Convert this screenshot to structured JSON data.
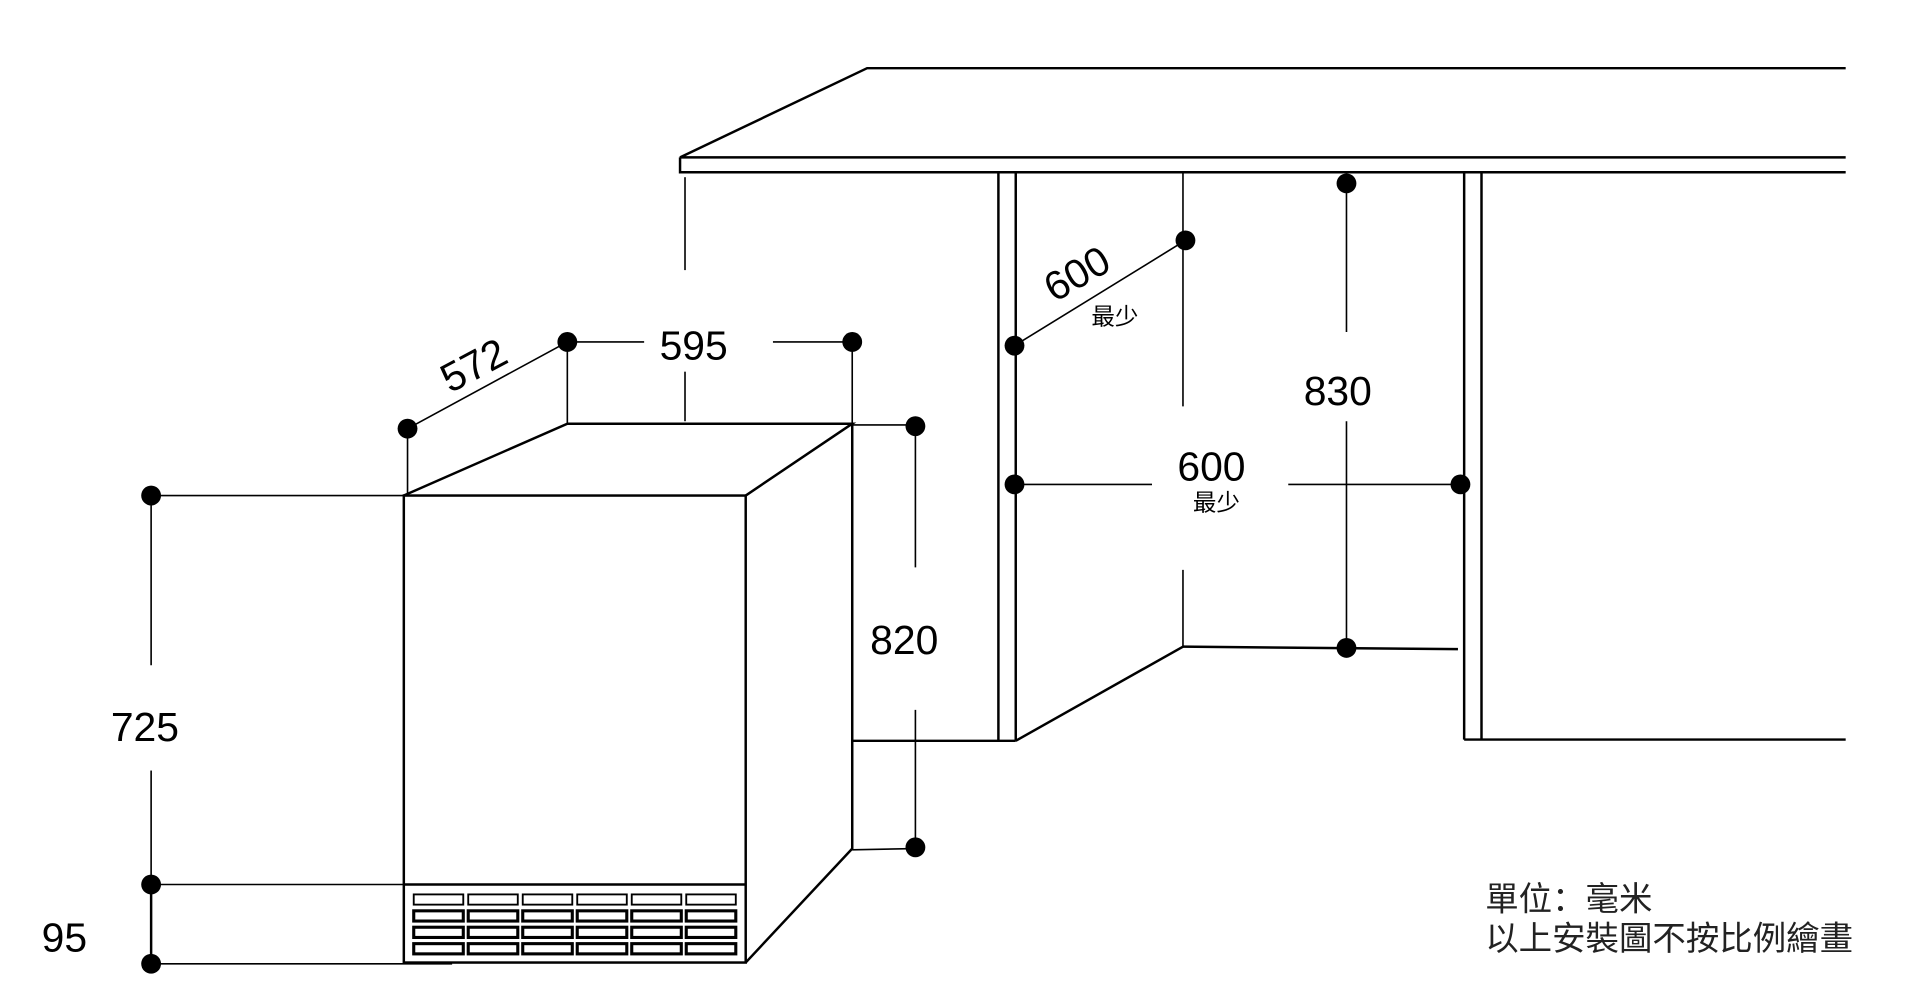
{
  "dimensions": {
    "appliance_depth": "572",
    "appliance_width": "595",
    "appliance_height_total": "820",
    "appliance_body_height": "725",
    "plinth_height": "95",
    "niche_depth": "600",
    "niche_depth_note": "最少",
    "niche_width": "600",
    "niche_width_note": "最少",
    "niche_height": "830"
  },
  "grill": {
    "rows": 4,
    "cols": 6
  },
  "notes": {
    "unit": "單位：毫米",
    "scale": "以上安裝圖不按比例繪畫"
  }
}
